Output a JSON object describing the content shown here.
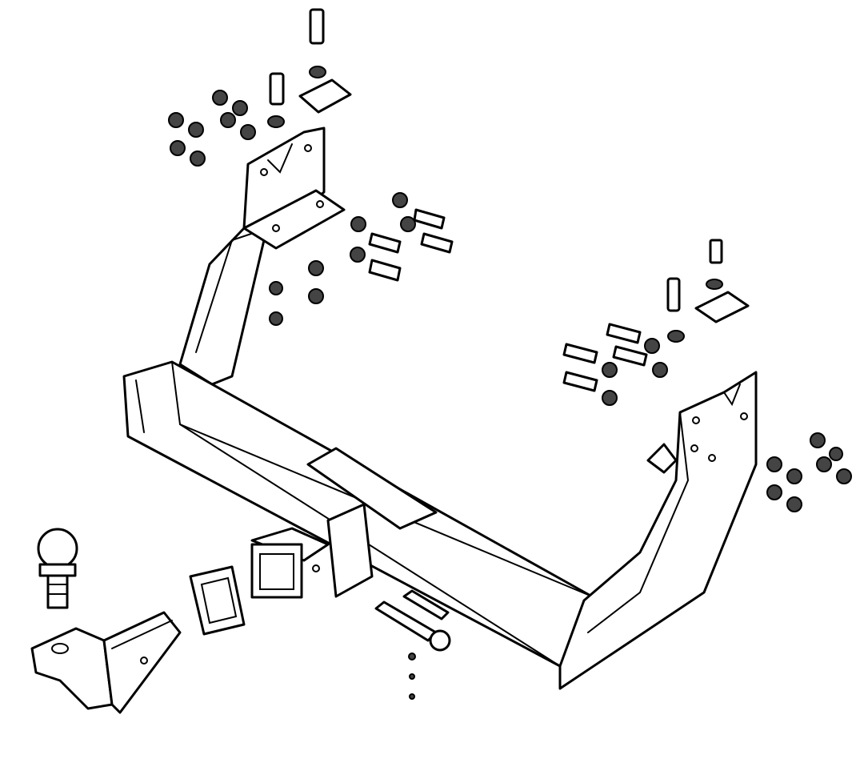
{
  "diagram": {
    "background": "#ffffff",
    "stroke": "#000000",
    "parts": [
      "crossbar",
      "left-mounting-bracket",
      "right-mounting-bracket",
      "receiver-hitch",
      "tow-ball",
      "ball-mount",
      "receiver-cover",
      "hitch-pin",
      "bolts-and-nuts"
    ]
  }
}
